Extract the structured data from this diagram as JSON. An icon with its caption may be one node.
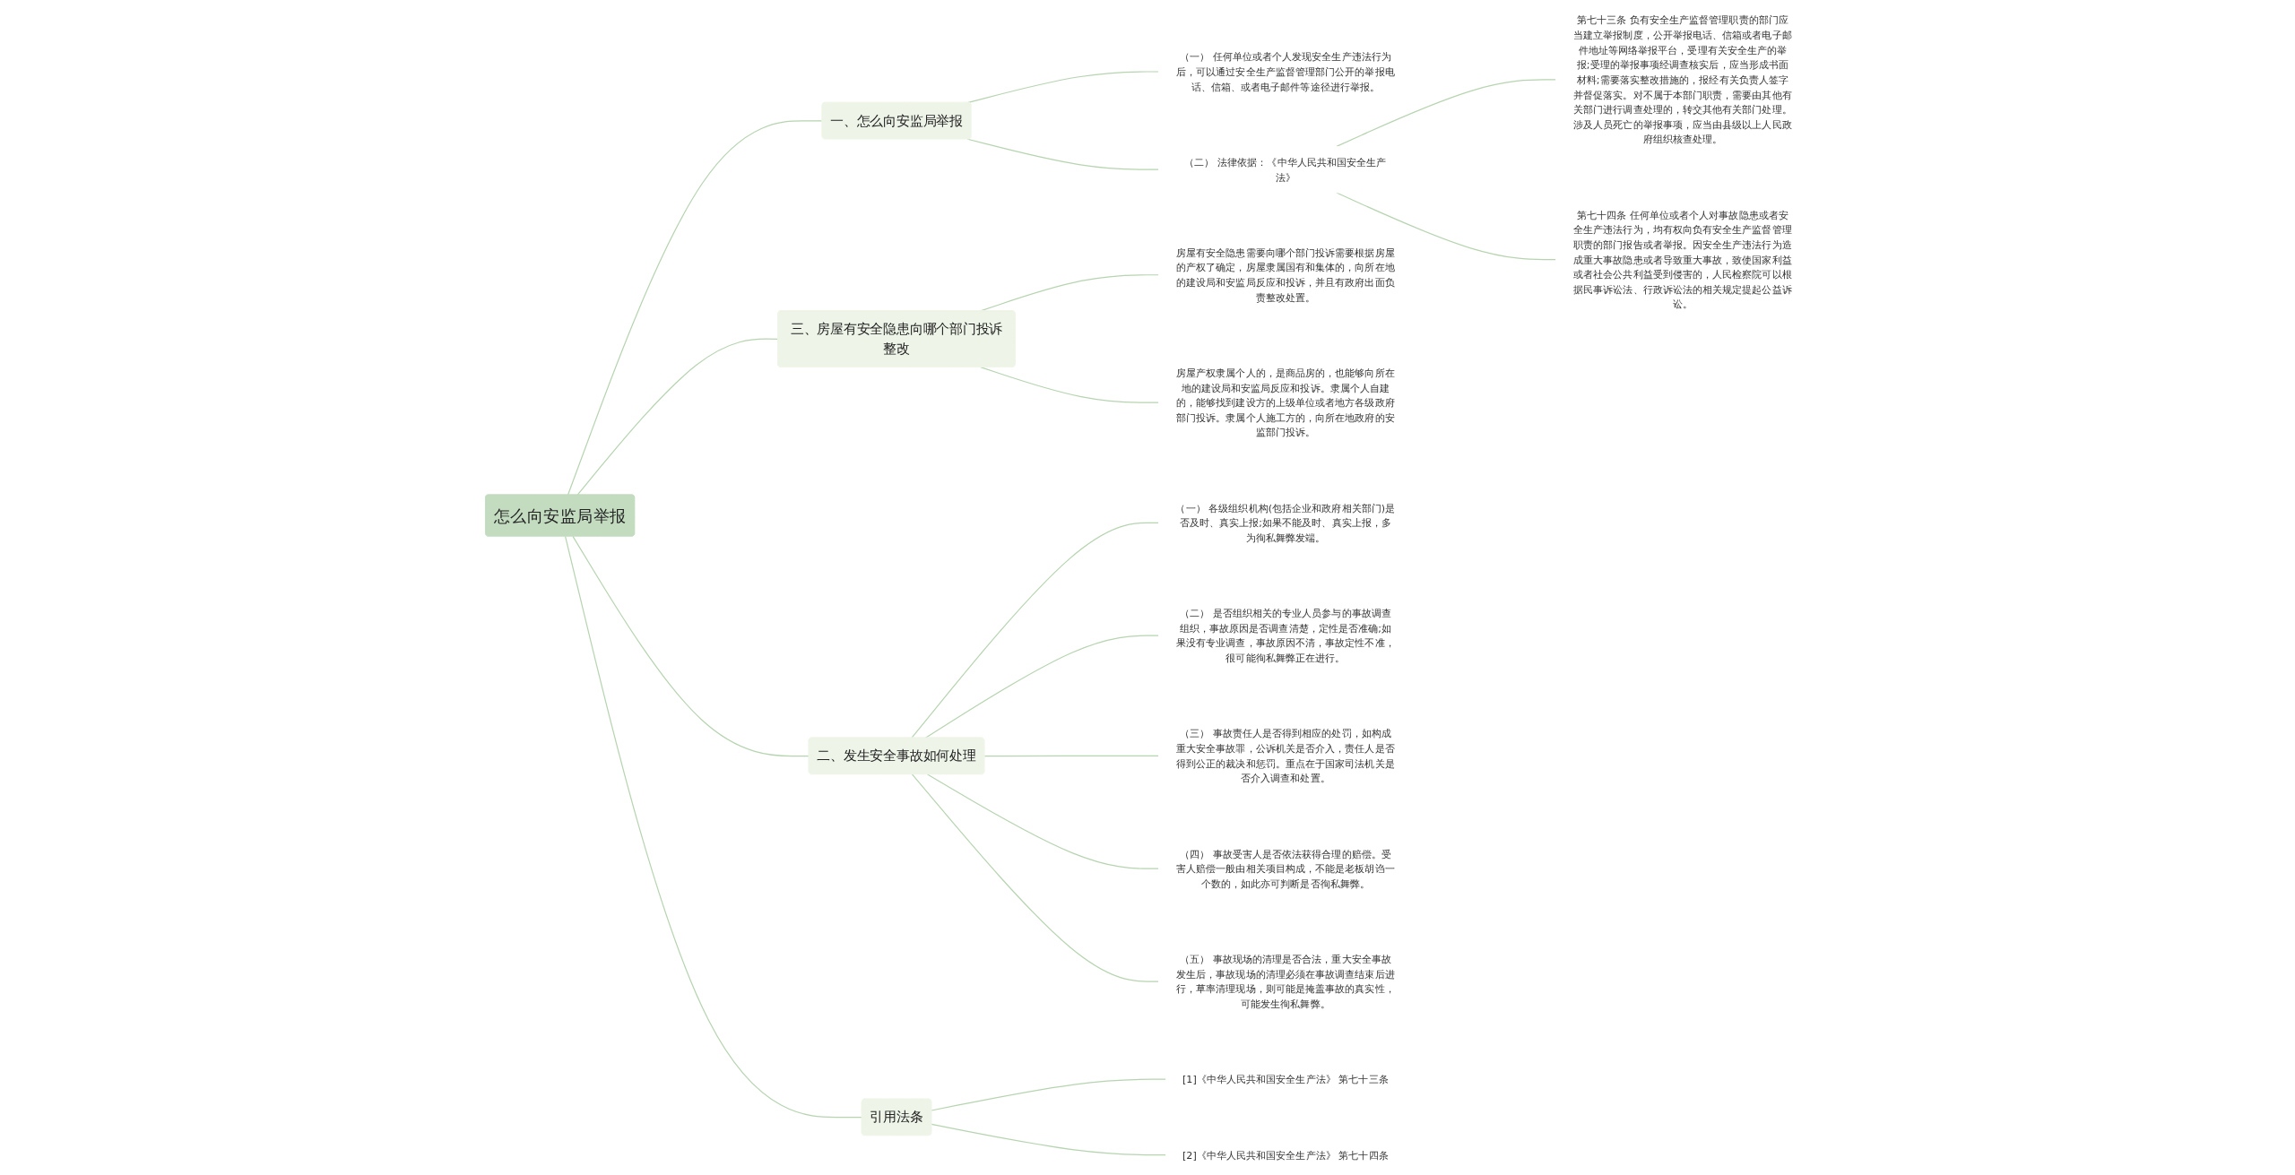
{
  "diagram": {
    "nodes": [
      {
        "text": [
          "怎么向安监局举报"
        ]
      },
      {
        "text": [
          "一、怎么向安监局举报"
        ]
      },
      {
        "text": [
          "（一） 任何单位或者个人发现安全生产违法行为后，可以通过安全生产监督管理部门公开的举报电话、信箱、或者电子邮件等途径进行举报。"
        ]
      },
      {
        "text": [
          "（二） 法律依据：《中华人民共和国安全生产法》"
        ]
      },
      {
        "text": [
          "第七十三条 负有安全生产监督管理职责的部门应当建立举报制度，公开举报电话、信箱或者电子邮件地址等网络举报平台，受理有关安全生产的举报;受理的举报事项经调查核实后，应当形成书面材料;需要落实整改措施的，报经有关负责人签字并督促落实。对不属于本部门职责，需要由其他有关部门进行调查处理的，转交其他有关部门处理。涉及人员死亡的举报事项，应当由县级以上人民政府组织核查处理。"
        ]
      },
      {
        "text": [
          "第七十四条 任何单位或者个人对事故隐患或者安全生产违法行为，均有权向负有安全生产监督管理职责的部门报告或者举报。因安全生产违法行为造成重大事故隐患或者导致重大事故，致使国家利益或者社会公共利益受到侵害的，人民检察院可以根据民事诉讼法、行政诉讼法的相关规定提起公益诉讼。"
        ]
      },
      {
        "text": [
          "三、房屋有安全隐患向哪个部门投诉整改"
        ]
      },
      {
        "text": [
          "房屋有安全隐患需要向哪个部门投诉需要根据房屋的产权了确定，房屋隶属国有和集体的，向所在地的建设局和安监局反应和投诉，并且有政府出面负责整改处置。"
        ]
      },
      {
        "text": [
          "房屋产权隶属个人的，是商品房的，也能够向所在地的建设局和安监局反应和投诉。隶属个人自建的，能够找到建设方的上级单位或者地方各级政府部门投诉。隶属个人施工方的，向所在地政府的安监部门投诉。"
        ]
      },
      {
        "text": [
          "二、发生安全事故如何处理"
        ]
      },
      {
        "text": [
          "（一） 各级组织机构(包括企业和政府相关部门)是否及时、真实上报;如果不能及时、真实上报，多为徇私舞弊发端。"
        ]
      },
      {
        "text": [
          "（二） 是否组织相关的专业人员参与的事故调查组织，事故原因是否调查清楚，定性是否准确;如果没有专业调查，事故原因不清，事故定性不准，很可能徇私舞弊正在进行。"
        ]
      },
      {
        "text": [
          "（三） 事故责任人是否得到相应的处罚，如构成重大安全事故罪，公诉机关是否介入，责任人是否得到公正的裁决和惩罚。重点在于国家司法机关是否介入调查和处置。"
        ]
      },
      {
        "text": [
          "（四） 事故受害人是否依法获得合理的赔偿。受害人赔偿一般由相关项目构成，不能是老板胡诌一个数的，如此亦可判断是否徇私舞弊。"
        ]
      },
      {
        "text": [
          "（五） 事故现场的清理是否合法，重大安全事故发生后，事故现场的清理必须在事故调查结束后进行，草率清理现场，则可能是掩盖事故的真实性，可能发生徇私舞弊。"
        ]
      },
      {
        "text": [
          "引用法条"
        ]
      },
      {
        "text": [
          "[1]《中华人民共和国安全生产法》 第七十三条"
        ]
      },
      {
        "text": [
          "[2]《中华人民共和国安全生产法》 第七十四条"
        ]
      }
    ],
    "edges": [
      {
        "from": 0,
        "to": 1,
        "arrow": "none"
      },
      {
        "from": 1,
        "to": 2,
        "arrow": "none"
      },
      {
        "from": 1,
        "to": 3,
        "arrow": "none"
      },
      {
        "from": 3,
        "to": 4,
        "arrow": "none"
      },
      {
        "from": 3,
        "to": 5,
        "arrow": "none"
      },
      {
        "from": 0,
        "to": 6,
        "arrow": "none"
      },
      {
        "from": 6,
        "to": 7,
        "arrow": "none"
      },
      {
        "from": 6,
        "to": 8,
        "arrow": "none"
      },
      {
        "from": 0,
        "to": 9,
        "arrow": "none"
      },
      {
        "from": 9,
        "to": 10,
        "arrow": "none"
      },
      {
        "from": 9,
        "to": 11,
        "arrow": "none"
      },
      {
        "from": 9,
        "to": 12,
        "arrow": "none"
      },
      {
        "from": 9,
        "to": 13,
        "arrow": "none"
      },
      {
        "from": 9,
        "to": 14,
        "arrow": "none"
      },
      {
        "from": 0,
        "to": 15,
        "arrow": "none"
      },
      {
        "from": 15,
        "to": 16,
        "arrow": "none"
      },
      {
        "from": 15,
        "to": 17,
        "arrow": "none"
      }
    ]
  }
}
